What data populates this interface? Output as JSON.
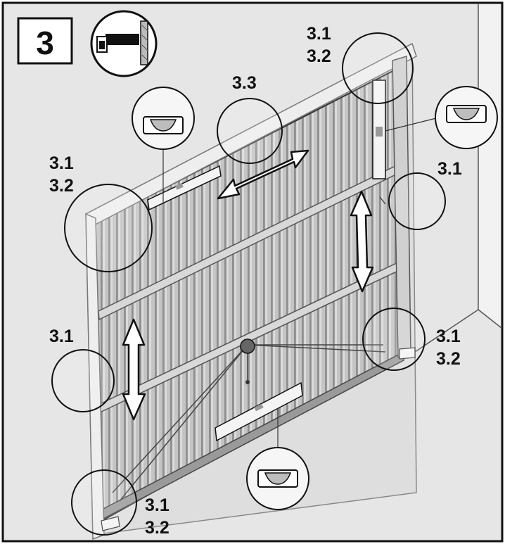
{
  "step": {
    "number": "3"
  },
  "icon": {
    "name": "spirit-level-on-wall-icon"
  },
  "callouts": [
    {
      "id": "top-right",
      "lines": [
        "3.1",
        "3.2"
      ]
    },
    {
      "id": "top-center",
      "lines": [
        "3.3"
      ]
    },
    {
      "id": "upper-left",
      "lines": [
        "3.1",
        "3.2"
      ]
    },
    {
      "id": "right-mid",
      "lines": [
        "3.1"
      ]
    },
    {
      "id": "left-mid",
      "lines": [
        "3.1"
      ]
    },
    {
      "id": "lower-right",
      "lines": [
        "3.1",
        "3.2"
      ]
    },
    {
      "id": "bottom-left",
      "lines": [
        "3.1",
        "3.2"
      ]
    }
  ],
  "colors": {
    "background": "#e6e6e6",
    "wall": "#f0f0f0",
    "door": "#bdbdbd",
    "outline": "#111111"
  }
}
